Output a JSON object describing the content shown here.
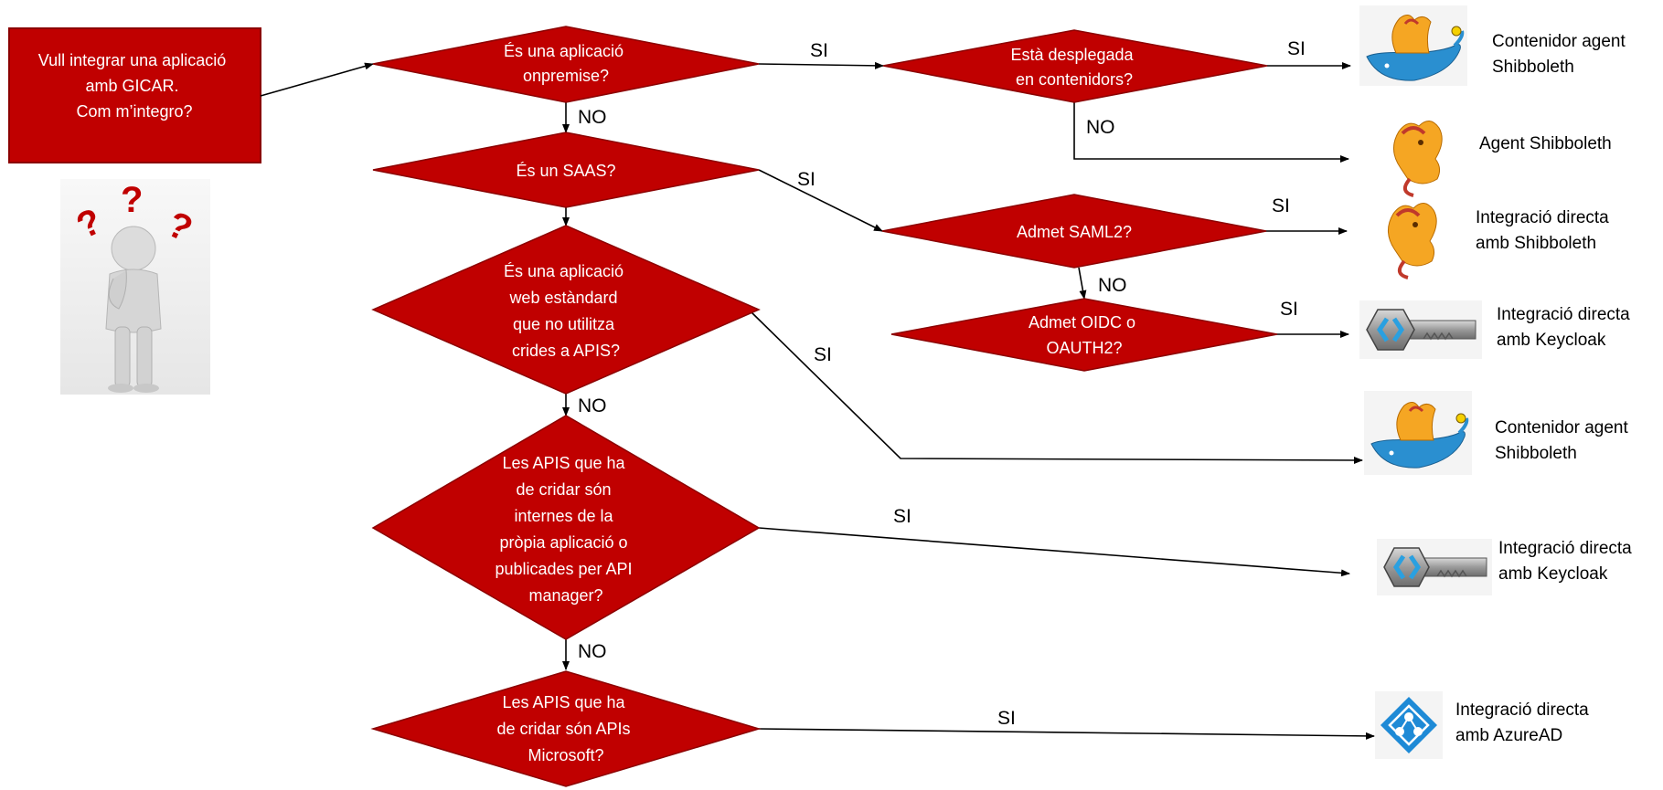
{
  "colors": {
    "decision": "#c00000",
    "decision_border": "#8b0000",
    "text_on_red": "#ffffff",
    "line": "#000000"
  },
  "start": {
    "lines": [
      "Vull integrar una aplicació",
      "amb GICAR.",
      "",
      "Com m’integro?"
    ]
  },
  "decisions": {
    "onpremise": [
      "És una aplicació",
      "onpremise?"
    ],
    "containers": [
      "Està desplegada",
      "en contenidors?"
    ],
    "saas": [
      "És un SAAS?"
    ],
    "saml2": [
      "Admet SAML2?"
    ],
    "oidc": [
      "Admet OIDC o",
      "OAUTH2?"
    ],
    "webstd": [
      "És una aplicació",
      "web estàndard",
      "que no utilitza",
      "crides a APIS?"
    ],
    "internal_apis": [
      "Les APIS que ha",
      "de cridar són",
      "internes de la",
      "pròpia aplicació o",
      "publicades per API",
      "manager?"
    ],
    "microsoft_apis": [
      "Les APIS que ha",
      "de cridar són APIs",
      "Microsoft?"
    ]
  },
  "edge_labels": {
    "si": "SI",
    "no": "NO"
  },
  "outcomes": {
    "container_agent_1": [
      "Contenidor agent",
      "Shibboleth"
    ],
    "agent": [
      "Agent Shibboleth"
    ],
    "direct_shib": [
      "Integració directa",
      "amb Shibboleth"
    ],
    "direct_keycloak_1": [
      "Integració directa",
      "amb Keycloak"
    ],
    "container_agent_2": [
      "Contenidor agent",
      "Shibboleth"
    ],
    "direct_keycloak_2": [
      "Integració directa",
      "amb Keycloak"
    ],
    "direct_azure": [
      "Integració directa",
      "amb AzureAD"
    ]
  },
  "icons": [
    "thinking-person-icon",
    "shibboleth-docker-icon",
    "shibboleth-icon",
    "keycloak-icon",
    "azure-ad-icon"
  ]
}
